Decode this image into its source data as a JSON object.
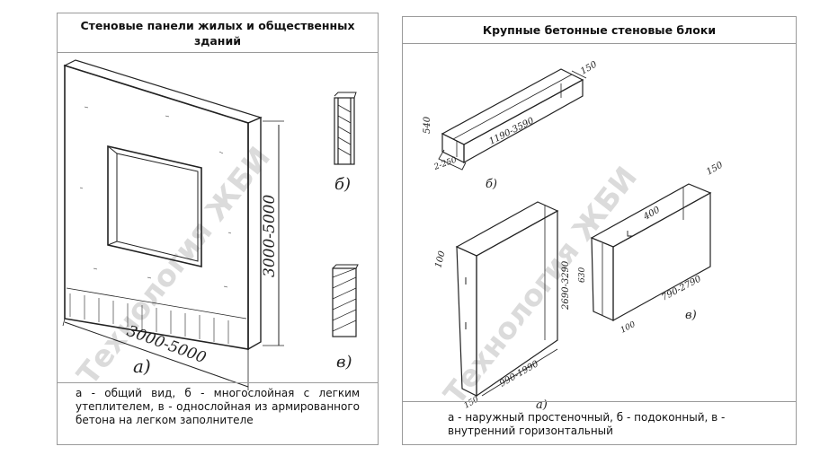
{
  "left": {
    "title": "Стеновые панели жилых и общественных зданий",
    "caption": "а - общий вид, б - многослойная с легким утеплителем, в - однослойная из армированного бетона на легком заполнителе",
    "labels": {
      "width": "3000-5000",
      "height": "3000-5000",
      "a": "а)",
      "b": "б)",
      "v": "в)"
    },
    "watermark": "Технология ЖБИ"
  },
  "right": {
    "title": "Крупные бетонные стеновые блоки",
    "caption": "а - наружный простеночный, б - подоконный, в - внутренний горизонтальный",
    "labels": {
      "b_len": "1190-3590",
      "b_h": "540",
      "b_w": "150",
      "b_end": "2-250",
      "a_w": "990-1990",
      "a_h": "2690-3290",
      "a_t": "100",
      "a_d": "150",
      "v_len": "790-2790",
      "v_top": "400",
      "v_h": "630",
      "v_d": "100",
      "v_w": "150",
      "a": "а)",
      "b": "б)",
      "v": "в)"
    },
    "watermark": "Технология ЖБИ"
  }
}
